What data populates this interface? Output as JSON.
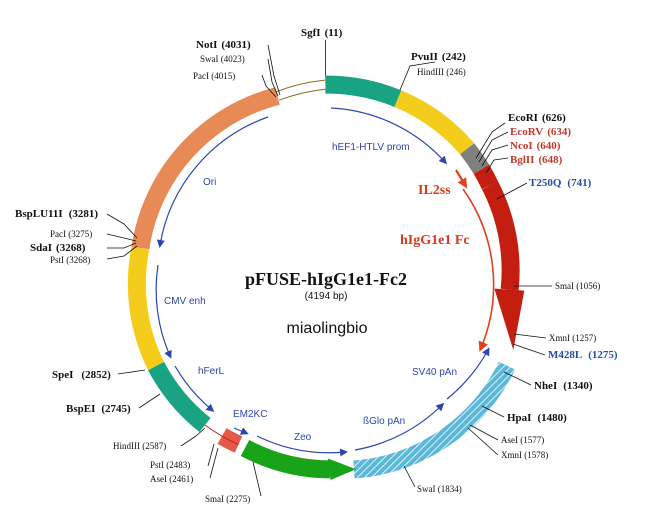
{
  "plasmid": {
    "name": "pFUSE-hIgG1e1-Fc2",
    "size": "(4194 bp)",
    "brand": "miaolingbio"
  },
  "colors": {
    "backbone": "#d97a3c",
    "teal": "#1aa382",
    "yellow": "#f4cd1c",
    "gray": "#808080",
    "red": "#c41e10",
    "orange_red": "#e2401a",
    "green": "#19a319",
    "hatch": "#5bb8d8",
    "blue_arrow": "#2b46b0"
  },
  "sites": {
    "sgfi": {
      "name": "SgfI",
      "pos": "(11)"
    },
    "pvuii": {
      "name": "PvuII",
      "pos": "(242)"
    },
    "hindiii_246": {
      "name": "HindIII (246)"
    },
    "ecori": {
      "name": "EcoRI",
      "pos": "(626)"
    },
    "ecorv": {
      "name": "EcoRV",
      "pos": "(634)"
    },
    "ncoi": {
      "name": "NcoI",
      "pos": "(640)"
    },
    "bglii": {
      "name": "BglII",
      "pos": "(648)"
    },
    "t250q": {
      "name": "T250Q",
      "pos": "(741)"
    },
    "smai_1056": {
      "name": "SmaI (1056)"
    },
    "xmni_1257": {
      "name": "XmnI (1257)"
    },
    "m428l": {
      "name": "M428L",
      "pos": "(1275)"
    },
    "nhei": {
      "name": "NheI",
      "pos": "(1340)"
    },
    "hpai": {
      "name": "HpaI",
      "pos": "(1480)"
    },
    "asei_1577": {
      "name": "AseI (1577)"
    },
    "xmni_1578": {
      "name": "XmnI (1578)"
    },
    "swai_1834": {
      "name": "SwaI (1834)"
    },
    "smai_2275": {
      "name": "SmaI (2275)"
    },
    "asei_2461": {
      "name": "AseI (2461)"
    },
    "psti_2483": {
      "name": "PstI (2483)"
    },
    "hindiii_2587": {
      "name": "HindIII (2587)"
    },
    "bspei": {
      "name": "BspEI",
      "pos": "(2745)"
    },
    "spei": {
      "name": "SpeI",
      "pos": "(2852)"
    },
    "psti_3268": {
      "name": "PstI (3268)"
    },
    "sdai": {
      "name": "SdaI",
      "pos": "(3268)"
    },
    "paci_3275": {
      "name": "PacI (3275)"
    },
    "bsplu11i": {
      "name": "BspLU11I",
      "pos": "(3281)"
    },
    "paci_4015": {
      "name": "PacI (4015)"
    },
    "swai_4023": {
      "name": "SwaI (4023)"
    },
    "noti": {
      "name": "NotI",
      "pos": "(4031)"
    }
  },
  "features": {
    "hef1_htlv": "hEF1-HTLV prom",
    "il2ss": "IL2ss",
    "higg1e1_fc": "hIgG1e1 Fc",
    "ori": "Ori",
    "cmv_enh": "CMV enh",
    "hferl": "hFerL",
    "em2kc": "EM2KC",
    "zeo": "Zeo",
    "sv40_pan": "SV40 pAn",
    "bglo_pan": "ßGlo pAn"
  }
}
